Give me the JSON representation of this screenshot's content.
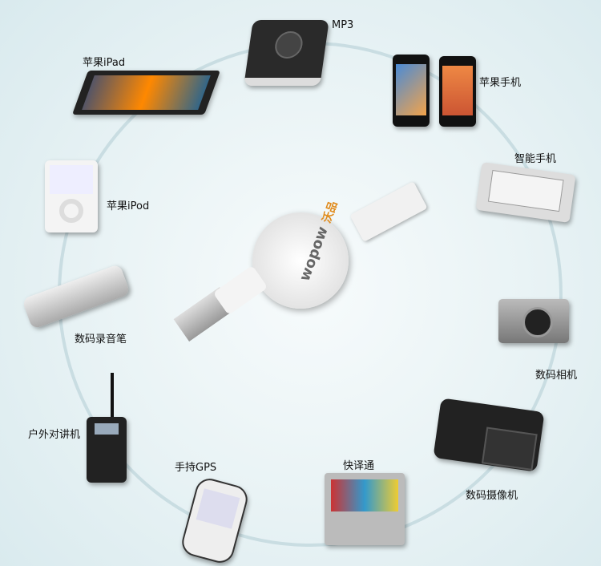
{
  "brand": {
    "name": "wopow",
    "cn": "沃品"
  },
  "devices": {
    "mp3": "MP3",
    "ipad": "苹果iPad",
    "iphone": "苹果手机",
    "smartphone": "智能手机",
    "ipod": "苹果iPod",
    "recorder": "数码录音笔",
    "camera": "数码相机",
    "walkie": "户外对讲机",
    "gps": "手持GPS",
    "translator": "快译通",
    "camcorder": "数码摄像机"
  },
  "colors": {
    "ring": "#c9dde2",
    "background": "#e9f3f5"
  }
}
